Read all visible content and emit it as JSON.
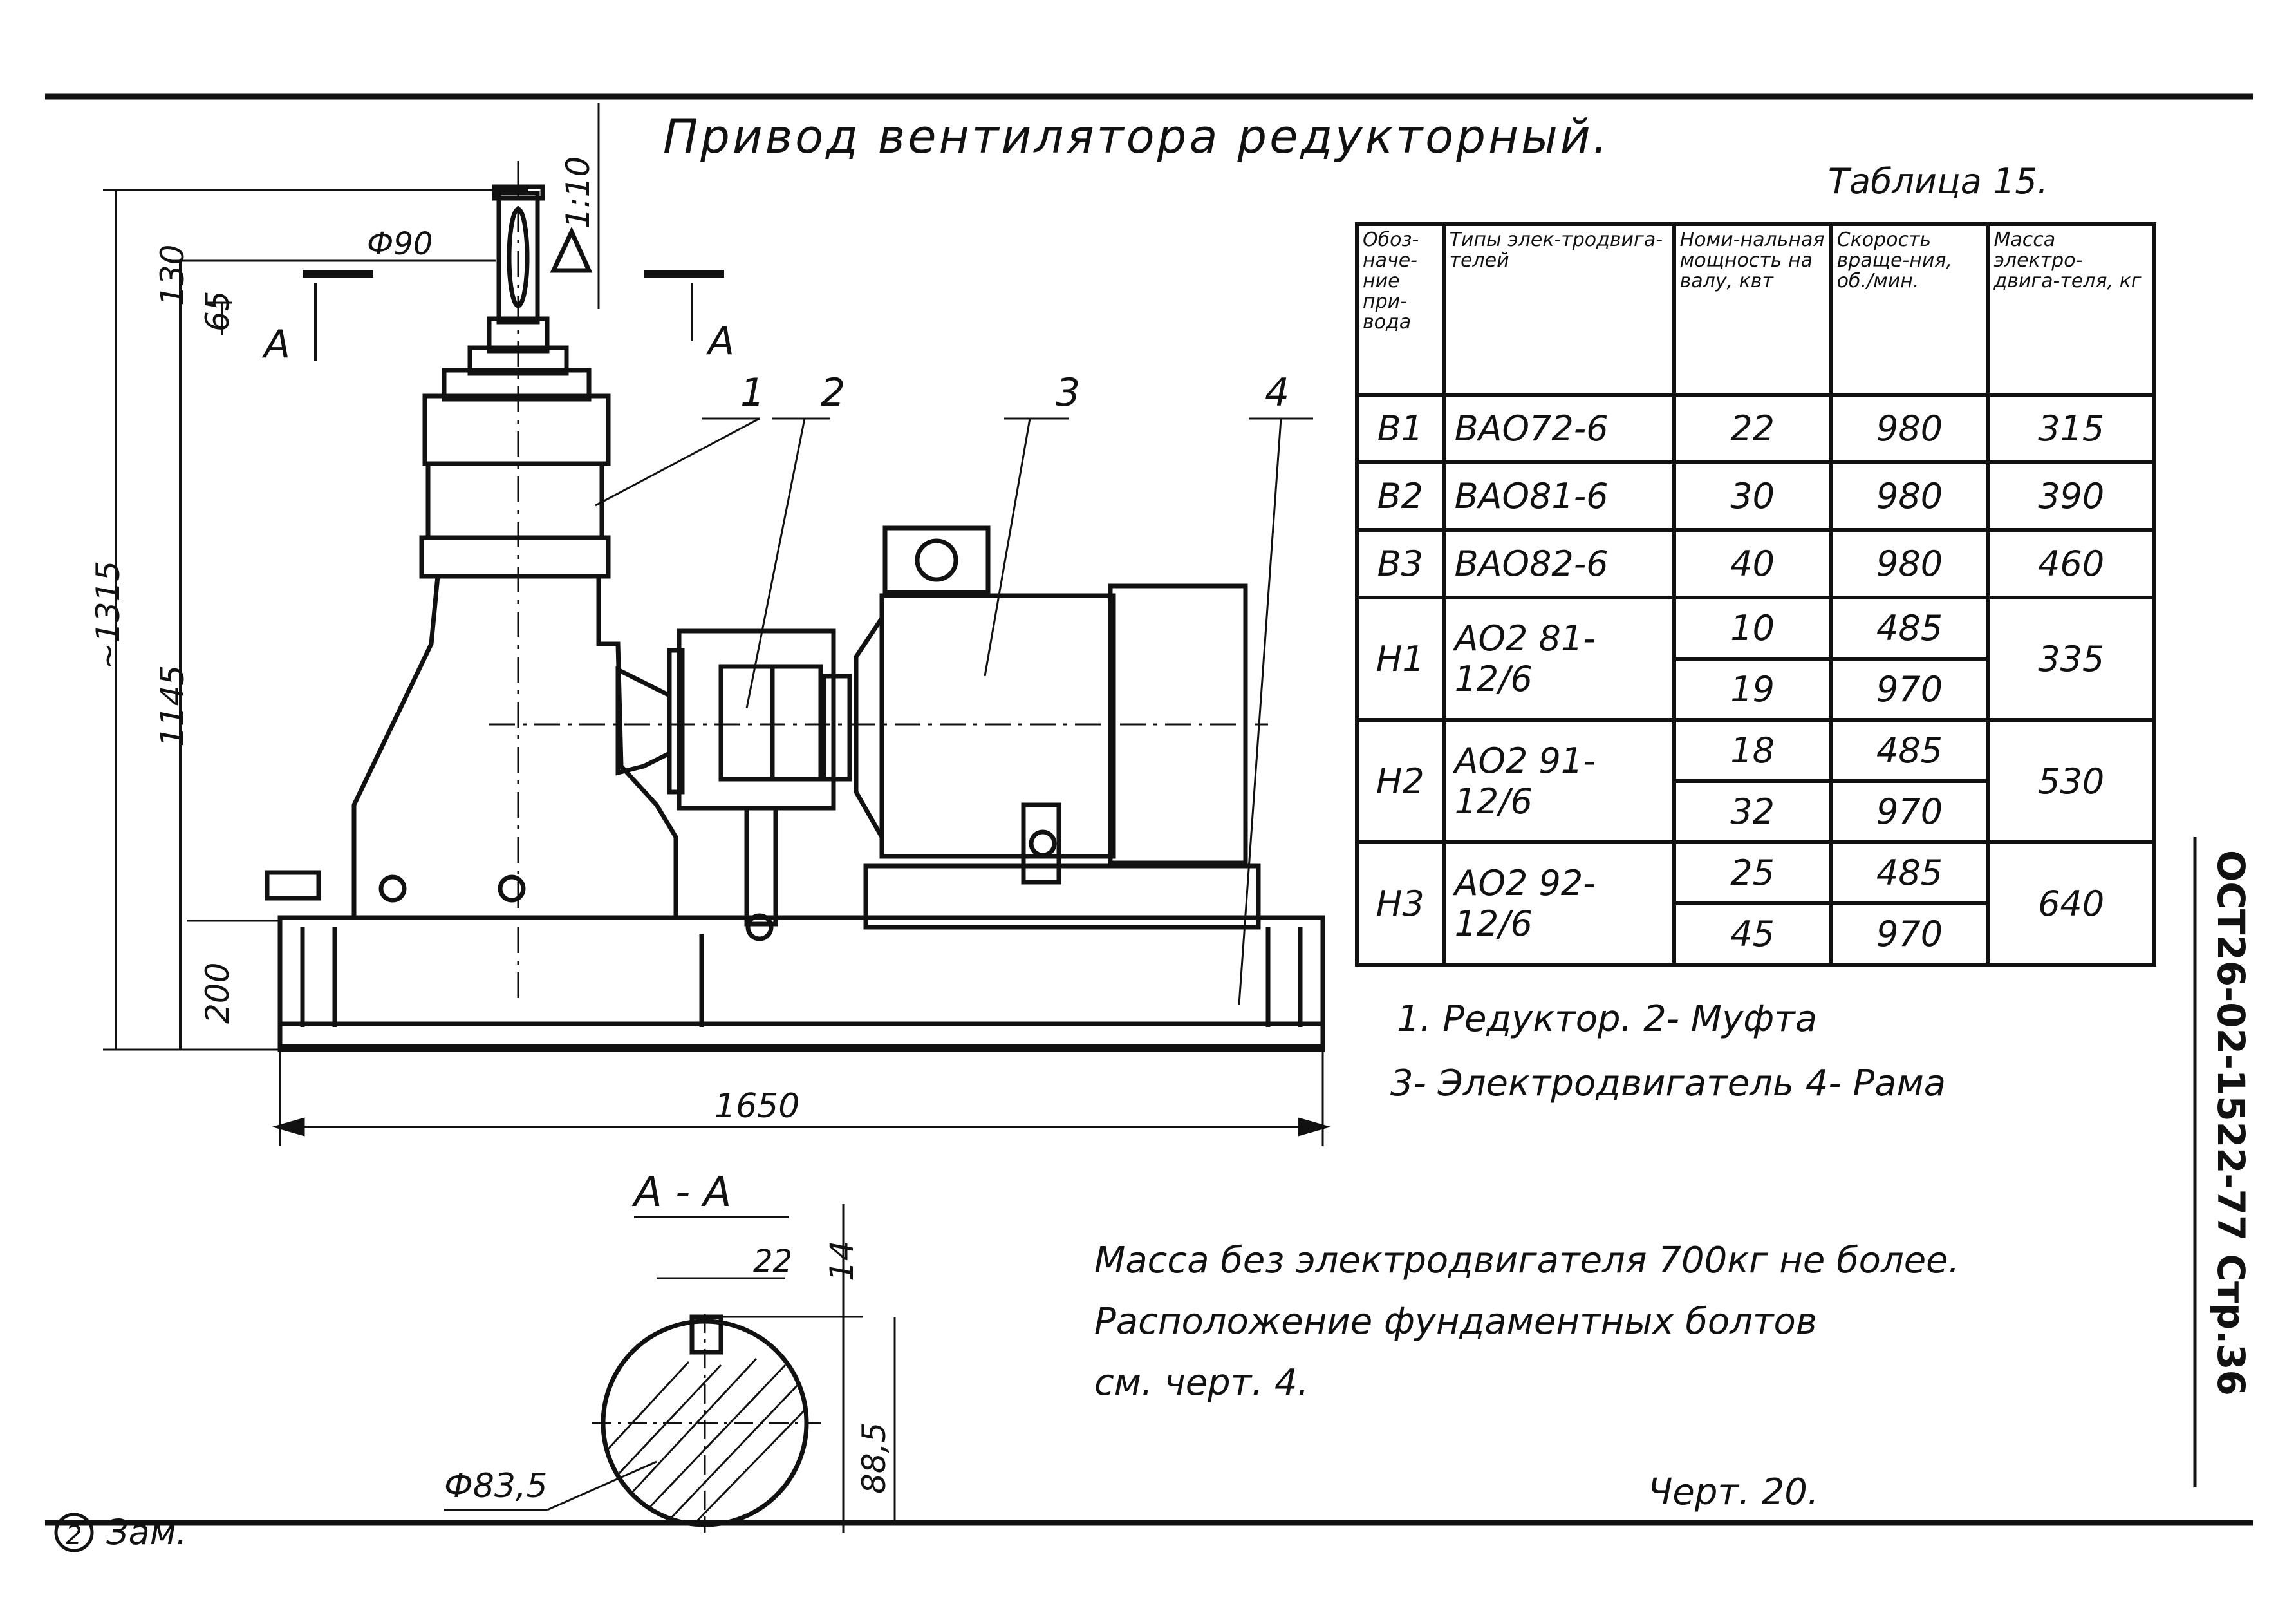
{
  "title": "Привод вентилятора редукторный.",
  "table_caption": "Таблица 15.",
  "table": {
    "headers": [
      "Обоз-наче-ние при-вода",
      "Типы элек-тродвига-телей",
      "Номи-нальная мощность на валу, квт",
      "Скорость враще-ния, об./мин.",
      "Масса электро-двига-теля, кг"
    ],
    "rows": [
      {
        "drive": "В1",
        "motor": "ВАО72-6",
        "power": [
          "22"
        ],
        "speed": [
          "980"
        ],
        "mass": "315"
      },
      {
        "drive": "В2",
        "motor": "ВАО81-6",
        "power": [
          "30"
        ],
        "speed": [
          "980"
        ],
        "mass": "390"
      },
      {
        "drive": "В3",
        "motor": "ВАО82-6",
        "power": [
          "40"
        ],
        "speed": [
          "980"
        ],
        "mass": "460"
      },
      {
        "drive": "Н1",
        "motor": "АО2 81-12/6",
        "power": [
          "10",
          "19"
        ],
        "speed": [
          "485",
          "970"
        ],
        "mass": "335"
      },
      {
        "drive": "Н2",
        "motor": "АО2 91-12/6",
        "power": [
          "18",
          "32"
        ],
        "speed": [
          "485",
          "970"
        ],
        "mass": "530"
      },
      {
        "drive": "Н3",
        "motor": "АО2 92-12/6",
        "power": [
          "25",
          "45"
        ],
        "speed": [
          "485",
          "970"
        ],
        "mass": "640"
      }
    ]
  },
  "legend": {
    "line1": "1. Редуктор.  2- Муфта",
    "line2": "3- Электродвигатель  4- Рама"
  },
  "notes": {
    "line1": "Масса без электродвигателя 700кг не более.",
    "line2": "Расположение фундаментных болтов",
    "line3": "см. черт. 4."
  },
  "drawing_number": "Черт. 20.",
  "doc_code": "ОСТ26-02-1522-77 Стр.36",
  "revision": "Зам.",
  "revision_num": "2",
  "section_label": "А - А",
  "dims": {
    "d90": "Ф90",
    "h130": "130",
    "h65": "65",
    "h1315": "~1315",
    "h1145": "1145",
    "h200": "200",
    "w1650": "1650",
    "taper": "1:10",
    "sec_mark": "А",
    "key22": "22",
    "key14": "14",
    "d83": "Ф83,5",
    "h88": "88,5"
  },
  "parts": [
    "1",
    "2",
    "3",
    "4"
  ]
}
